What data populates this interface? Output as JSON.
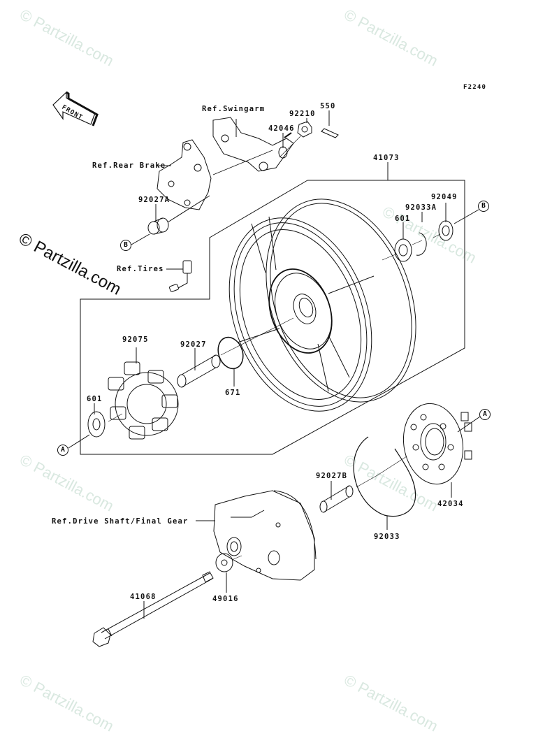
{
  "diagram": {
    "figure_code": "F2240",
    "front_indicator": "FRONT",
    "watermark": "© Partzilla.com",
    "references": [
      {
        "id": "ref-swingarm",
        "text": "Ref.Swingarm"
      },
      {
        "id": "ref-rear-brake",
        "text": "Ref.Rear Brake"
      },
      {
        "id": "ref-tires",
        "text": "Ref.Tires"
      },
      {
        "id": "ref-drive-shaft",
        "text": "Ref.Drive Shaft/Final Gear"
      }
    ],
    "connectors": {
      "a": "A",
      "b": "B"
    },
    "parts": [
      {
        "number": "550"
      },
      {
        "number": "92210"
      },
      {
        "number": "42046"
      },
      {
        "number": "41073"
      },
      {
        "number": "92027A"
      },
      {
        "number": "92049"
      },
      {
        "number": "92033A"
      },
      {
        "number": "601"
      },
      {
        "number": "92075"
      },
      {
        "number": "92027"
      },
      {
        "number": "671"
      },
      {
        "number": "601"
      },
      {
        "number": "92027B"
      },
      {
        "number": "42034"
      },
      {
        "number": "92033"
      },
      {
        "number": "41068"
      },
      {
        "number": "49016"
      }
    ]
  }
}
